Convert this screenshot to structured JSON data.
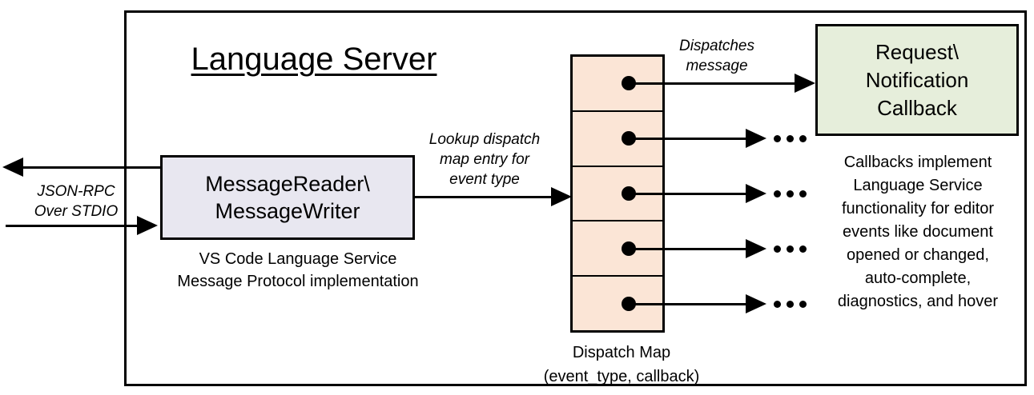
{
  "diagram": {
    "title": "Language Server",
    "io_label": {
      "line1": "JSON-RPC",
      "line2": "Over STDIO"
    },
    "reader_box": {
      "line1": "MessageReader\\",
      "line2": "MessageWriter",
      "fill": "#e8e7f0"
    },
    "reader_caption": {
      "line1": "VS Code Language Service",
      "line2": "Message Protocol implementation"
    },
    "lookup_label": {
      "line1": "Lookup dispatch",
      "line2": "map entry for",
      "line3": "event type"
    },
    "dispatch_map": {
      "cell_count": 5,
      "fill": "#fbe5d6",
      "caption_line1": "Dispatch Map",
      "caption_line2": "(event_type, callback)"
    },
    "dispatches_label": {
      "line1": "Dispatches",
      "line2": "message"
    },
    "callback_box": {
      "line1": "Request\\",
      "line2": "Notification",
      "line3": "Callback",
      "fill": "#e6eedb"
    },
    "callbacks_note": [
      "Callbacks implement",
      "Language Service",
      "functionality for editor",
      "events like document",
      "opened or changed,",
      "auto-complete,",
      "diagnostics, and hover"
    ],
    "colors": {
      "stroke": "#000000",
      "peach_fill": "#fbe5d6",
      "lavender_fill": "#e8e7f0",
      "green_fill": "#e6eedb"
    }
  }
}
